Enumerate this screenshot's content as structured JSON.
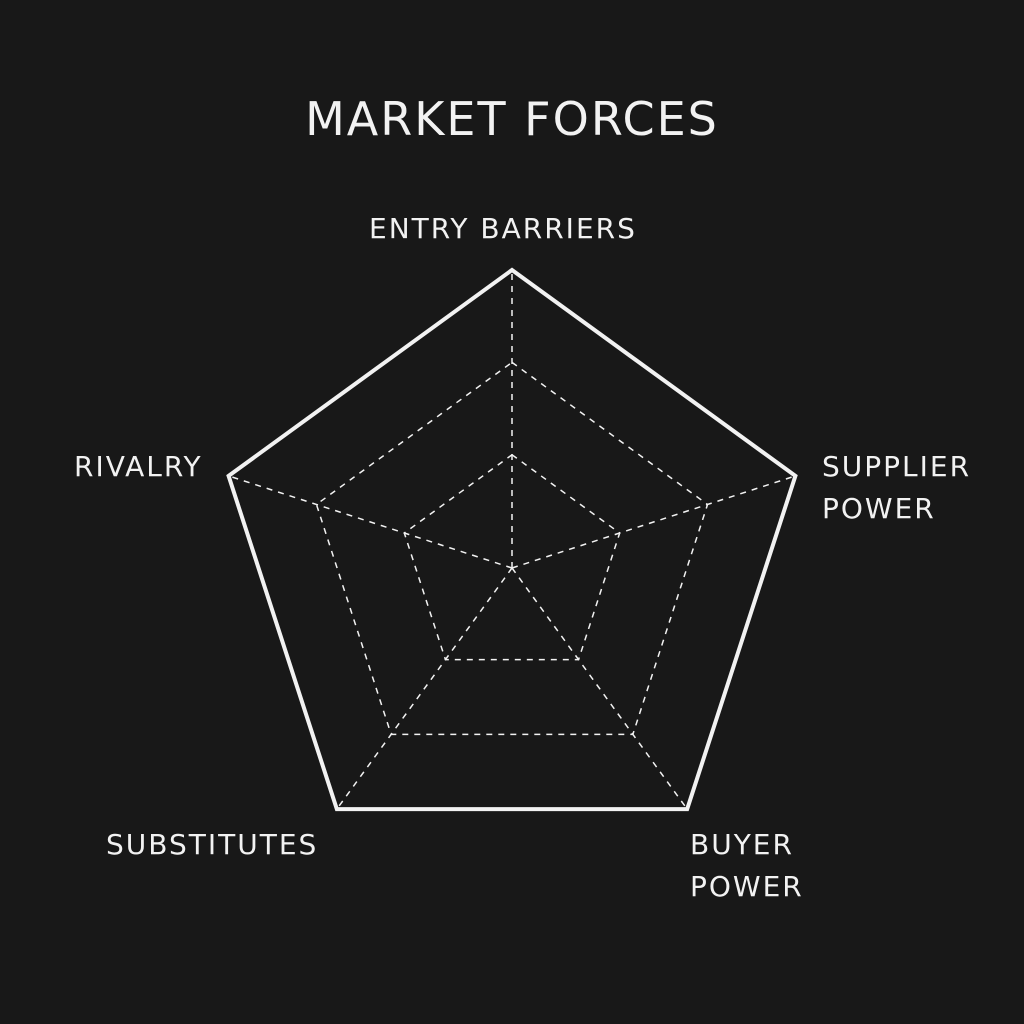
{
  "chart_data": {
    "type": "radar",
    "title": "MARKET FORCES",
    "axes": [
      "ENTRY BARRIERS",
      "SUPPLIER\nPOWER",
      "BUYER\nPOWER",
      "SUBSTITUTES",
      "RIVALRY"
    ],
    "grid_levels": [
      0.38,
      0.69,
      1.0
    ],
    "series": [],
    "colors": {
      "background": "#181818",
      "line": "#f2f2f2"
    }
  }
}
